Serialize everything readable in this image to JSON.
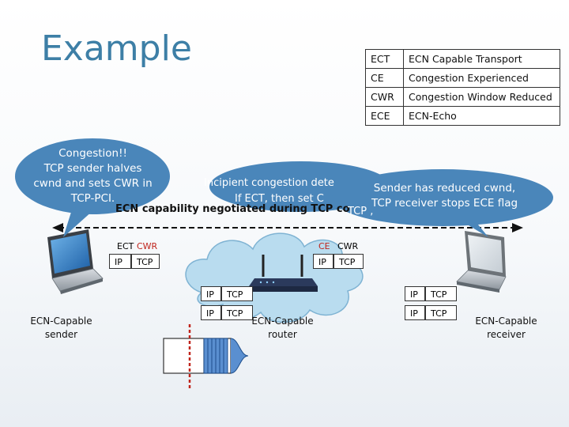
{
  "title": "Example",
  "legend": [
    {
      "abbr": "ECT",
      "meaning": "ECN Capable Transport"
    },
    {
      "abbr": "CE",
      "meaning": "Congestion Experienced"
    },
    {
      "abbr": "CWR",
      "meaning": "Congestion Window Reduced"
    },
    {
      "abbr": "ECE",
      "meaning": "ECN-Echo"
    }
  ],
  "bubbles": {
    "congestion": [
      "Congestion!!",
      "TCP sender halves",
      "cwnd and sets CWR in",
      "TCP-PCI."
    ],
    "incipient": [
      "Incipient congestion dete",
      "If ECT, then set C"
    ],
    "sender_reduced": [
      "Sender has reduced cwnd,",
      "TCP receiver stops ECE flag"
    ],
    "tcp_fragment": "TCP ,"
  },
  "negotiation_text": "ECN capability negotiated during TCP co",
  "headers": {
    "sender_top": {
      "flag1": "ECT",
      "flag2": "CWR",
      "ip": "IP",
      "tcp": "TCP"
    },
    "router_top": {
      "flag1": "CE",
      "flag2": "CWR",
      "ip": "IP",
      "tcp": "TCP"
    },
    "queue_rows": [
      {
        "ip": "IP",
        "tcp": "TCP"
      },
      {
        "ip": "IP",
        "tcp": "TCP"
      }
    ],
    "receiver_rows": [
      {
        "ip": "IP",
        "tcp": "TCP"
      },
      {
        "ip": "IP",
        "tcp": "TCP"
      }
    ]
  },
  "nodes": {
    "sender": [
      "ECN-Capable",
      "sender"
    ],
    "router": [
      "ECN-Capable",
      "router"
    ],
    "receiver": [
      "ECN-Capable",
      "receiver"
    ]
  },
  "colors": {
    "title": "#3d7fa6",
    "bubble": "#4a86ba",
    "cloud": "#b9dcef",
    "red": "#c0241c"
  }
}
